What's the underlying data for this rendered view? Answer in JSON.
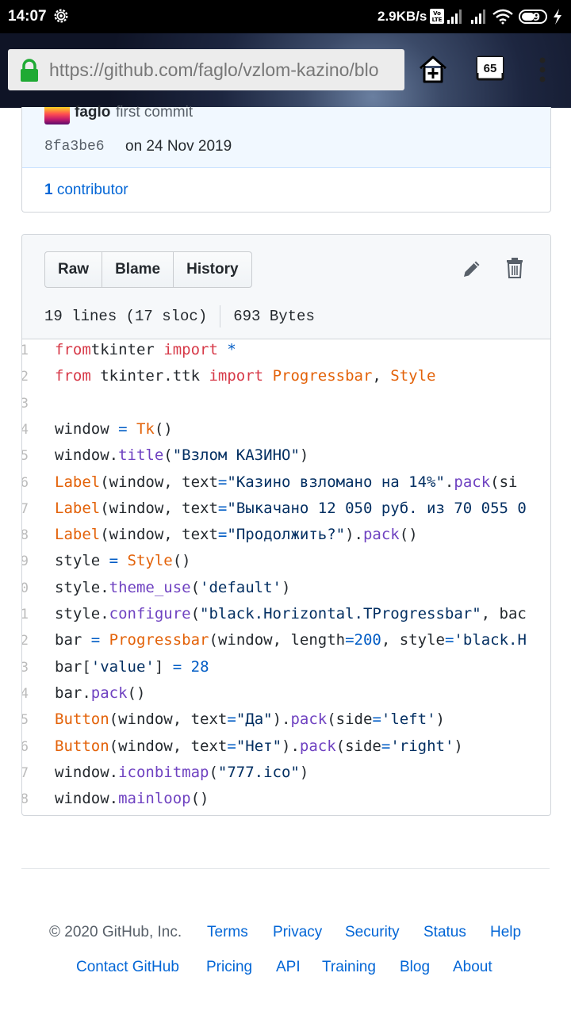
{
  "status_bar": {
    "time": "14:07",
    "net_speed": "2.9KB/s",
    "volte": "Vo LTE",
    "battery": "49"
  },
  "browser": {
    "url_prefix": "https://",
    "url_rest": "github.com/faglo/vzlom-kazino/blo",
    "tab_count": "65"
  },
  "commit": {
    "author": "faglo",
    "message": "first commit",
    "sha": "8fa3be6",
    "date": "on 24 Nov 2019",
    "contributors_count": "1",
    "contributors_label": "contributor"
  },
  "file": {
    "buttons": [
      "Raw",
      "Blame",
      "History"
    ],
    "lines_info": "19 lines (17 sloc)",
    "size": "693 Bytes"
  },
  "code": {
    "line_numbers": [
      "1",
      "2",
      "3",
      "4",
      "5",
      "6",
      "7",
      "8",
      "9",
      "0",
      "1",
      "2",
      "3",
      "4",
      "5",
      "6",
      "7",
      "8"
    ],
    "lines": [
      [
        [
          "kw",
          "from"
        ],
        [
          "",
          "tkinter "
        ],
        [
          "kw",
          "import"
        ],
        [
          "op",
          " *"
        ]
      ],
      [
        [
          "kw",
          "from"
        ],
        [
          "",
          " tkinter.ttk "
        ],
        [
          "kw",
          "import"
        ],
        [
          "fn",
          " Progressbar"
        ],
        [
          "",
          ", "
        ],
        [
          "fn",
          "Style"
        ]
      ],
      [],
      [
        [
          "",
          "window "
        ],
        [
          "op",
          "="
        ],
        [
          "fn",
          " Tk"
        ],
        [
          "",
          "()"
        ]
      ],
      [
        [
          "",
          "window."
        ],
        [
          "me",
          "title"
        ],
        [
          "",
          "("
        ],
        [
          "st",
          "\"Взлом КАЗИНО\""
        ],
        [
          "",
          ")"
        ]
      ],
      [
        [
          "fn",
          "Label"
        ],
        [
          "",
          "(window, text"
        ],
        [
          "op",
          "="
        ],
        [
          "st",
          "\"Казино взломано на 14%\""
        ],
        [
          "",
          "."
        ],
        [
          "me",
          "pack"
        ],
        [
          "",
          "(si"
        ]
      ],
      [
        [
          "fn",
          "Label"
        ],
        [
          "",
          "(window, text"
        ],
        [
          "op",
          "="
        ],
        [
          "st",
          "\"Выкачано 12 050 руб. из 70 055 0"
        ]
      ],
      [
        [
          "fn",
          "Label"
        ],
        [
          "",
          "(window, text"
        ],
        [
          "op",
          "="
        ],
        [
          "st",
          "\"Продолжить?\""
        ],
        [
          "",
          ")."
        ],
        [
          "me",
          "pack"
        ],
        [
          "",
          "()"
        ]
      ],
      [
        [
          "",
          "style "
        ],
        [
          "op",
          "="
        ],
        [
          "fn",
          " Style"
        ],
        [
          "",
          "()"
        ]
      ],
      [
        [
          "",
          "style."
        ],
        [
          "me",
          "theme_use"
        ],
        [
          "",
          "("
        ],
        [
          "st",
          "'default'"
        ],
        [
          "",
          ")"
        ]
      ],
      [
        [
          "",
          "style."
        ],
        [
          "me",
          "configure"
        ],
        [
          "",
          "("
        ],
        [
          "st",
          "\"black.Horizontal.TProgressbar\""
        ],
        [
          "",
          ", bac"
        ]
      ],
      [
        [
          "",
          "bar "
        ],
        [
          "op",
          "="
        ],
        [
          "fn",
          " Progressbar"
        ],
        [
          "",
          "(window, length"
        ],
        [
          "op",
          "="
        ],
        [
          "nu",
          "200"
        ],
        [
          "",
          ", style"
        ],
        [
          "op",
          "="
        ],
        [
          "st",
          "'black.H"
        ]
      ],
      [
        [
          "",
          "bar["
        ],
        [
          "st",
          "'value'"
        ],
        [
          "",
          "] "
        ],
        [
          "op",
          "="
        ],
        [
          "nu",
          " 28"
        ]
      ],
      [
        [
          "",
          "bar."
        ],
        [
          "me",
          "pack"
        ],
        [
          "",
          "()"
        ]
      ],
      [
        [
          "fn",
          "Button"
        ],
        [
          "",
          "(window, text"
        ],
        [
          "op",
          "="
        ],
        [
          "st",
          "\"Да\""
        ],
        [
          "",
          ")."
        ],
        [
          "me",
          "pack"
        ],
        [
          "",
          "(side"
        ],
        [
          "op",
          "="
        ],
        [
          "st",
          "'left'"
        ],
        [
          "",
          ")"
        ]
      ],
      [
        [
          "fn",
          "Button"
        ],
        [
          "",
          "(window, text"
        ],
        [
          "op",
          "="
        ],
        [
          "st",
          "\"Нет\""
        ],
        [
          "",
          ")."
        ],
        [
          "me",
          "pack"
        ],
        [
          "",
          "(side"
        ],
        [
          "op",
          "="
        ],
        [
          "st",
          "'right'"
        ],
        [
          "",
          ")"
        ]
      ],
      [
        [
          "",
          "window."
        ],
        [
          "me",
          "iconbitmap"
        ],
        [
          "",
          "("
        ],
        [
          "st",
          "\"777.ico\""
        ],
        [
          "",
          ")"
        ]
      ],
      [
        [
          "",
          "window."
        ],
        [
          "me",
          "mainloop"
        ],
        [
          "",
          "()"
        ]
      ]
    ]
  },
  "footer": {
    "copyright": "© 2020 GitHub, Inc.",
    "row1_links": [
      "Terms",
      "Privacy",
      "Security",
      "Status",
      "Help"
    ],
    "row2_links": [
      "Contact GitHub",
      "Pricing",
      "API",
      "Training",
      "Blog",
      "About"
    ]
  }
}
